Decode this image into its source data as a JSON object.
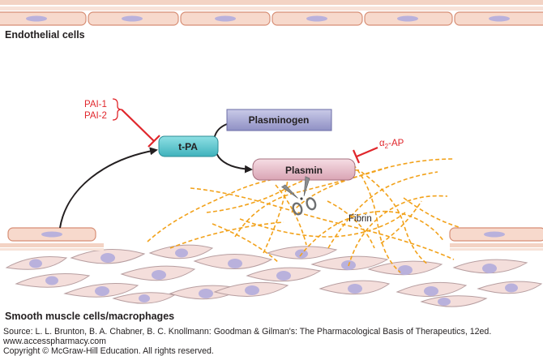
{
  "diagram": {
    "endothelial_label": "Endothelial cells",
    "smooth_muscle_label": "Smooth muscle cells/macrophages",
    "inhibitors": [
      "PAI-1",
      "PAI-2"
    ],
    "tpa": "t-PA",
    "plasminogen": "Plasminogen",
    "plasmin": "Plasmin",
    "alpha2ap": {
      "symbol": "α",
      "sub": "2",
      "rest": "-AP"
    },
    "fibrin": "Fibrin",
    "colors": {
      "inhibitor_red": "#e0262b",
      "tpa_fill": "#5cc7cf",
      "plasminogen_fill": "#a8a9d4",
      "plasmin_fill": "#e7bdc8",
      "fibrin_strand": "#f2a21b",
      "endothelial_fill": "#f7d9cc",
      "endothelial_stroke": "#d78e75",
      "nucleus": "#b9b1dc",
      "smooth_muscle_fill": "#f4dedb",
      "smooth_muscle_stroke": "#b79ea0"
    },
    "icons": {
      "cleavage": "scissors-icon"
    }
  },
  "source": {
    "line1": "Source: L. L. Brunton, B. A. Chabner, B. C. Knollmann: Goodman & Gilman's: The Pharmacological Basis of Therapeutics, 12ed.",
    "line2": "www.accesspharmacy.com",
    "line3": "Copyright © McGraw-Hill Education.  All rights reserved."
  }
}
